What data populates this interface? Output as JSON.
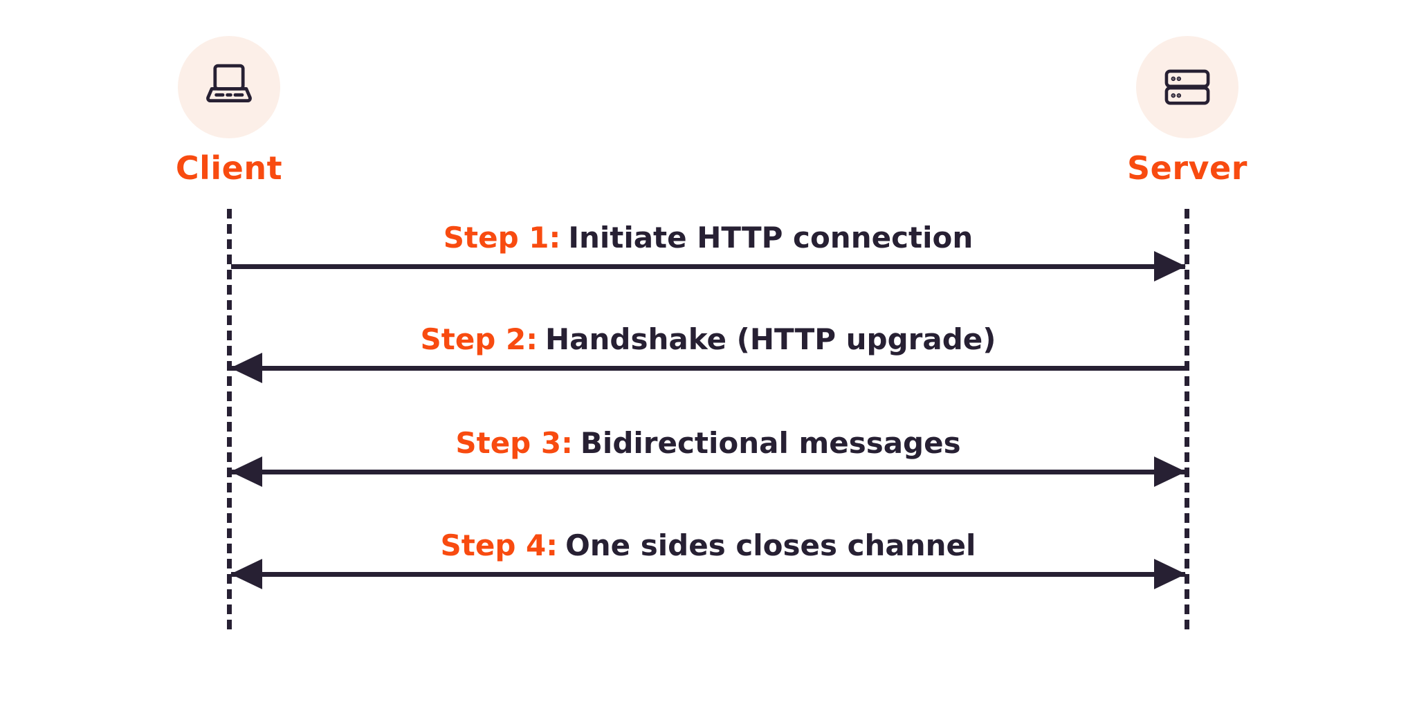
{
  "colors": {
    "accent": "#F84B10",
    "dark": "#272033",
    "circle-bg": "#FCEFE8",
    "page-bg": "#FFFFFF"
  },
  "actors": {
    "client": {
      "label": "Client",
      "icon": "laptop-icon"
    },
    "server": {
      "label": "Server",
      "icon": "server-icon"
    }
  },
  "steps": [
    {
      "prefix": "Step 1:",
      "text": "Initiate HTTP connection",
      "direction": "right"
    },
    {
      "prefix": "Step 2:",
      "text": "Handshake (HTTP upgrade)",
      "direction": "left"
    },
    {
      "prefix": "Step 3:",
      "text": "Bidirectional messages",
      "direction": "both"
    },
    {
      "prefix": "Step 4:",
      "text": "One sides closes channel",
      "direction": "both"
    }
  ]
}
